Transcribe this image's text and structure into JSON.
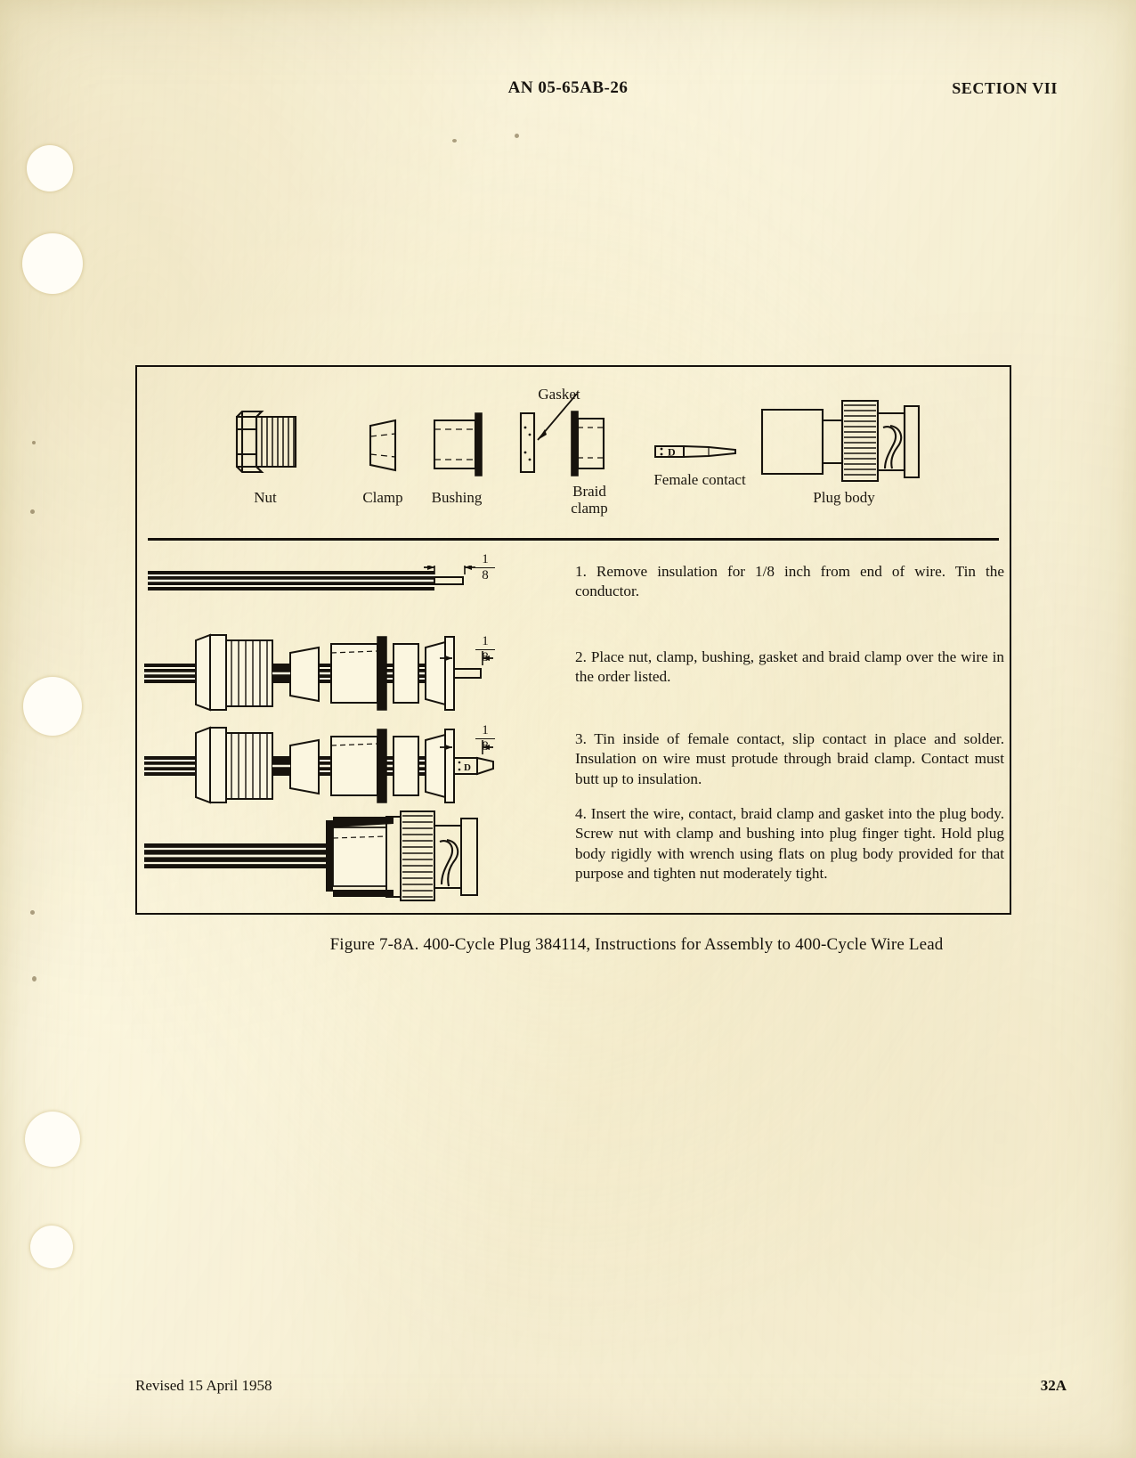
{
  "page": {
    "background_color": "#fbf6e0",
    "ink_color": "#17130d"
  },
  "running_head": {
    "document_number": "AN 05-65AB-26",
    "section": "SECTION VII"
  },
  "figure": {
    "caption": "Figure 7-8A.  400-Cycle Plug 384114,  Instructions for Assembly to 400-Cycle Wire Lead",
    "parts": [
      {
        "label": "Nut",
        "icon": "hex-nut-threaded-icon"
      },
      {
        "label": "Clamp",
        "icon": "tapered-clamp-icon"
      },
      {
        "label": "Bushing",
        "icon": "flanged-bushing-icon"
      },
      {
        "label": "Gasket",
        "icon": "gasket-washer-icon"
      },
      {
        "label": "Braid\nclamp",
        "icon": "braid-clamp-icon"
      },
      {
        "label": "Female contact",
        "icon": "female-contact-icon"
      },
      {
        "label": "Plug body",
        "icon": "plug-body-knurled-icon"
      }
    ],
    "part_labels": {
      "nut": "Nut",
      "clamp": "Clamp",
      "bushing": "Bushing",
      "gasket": "Gasket",
      "braid_clamp_line1": "Braid",
      "braid_clamp_line2": "clamp",
      "female_contact": "Female contact",
      "plug_body": "Plug body"
    },
    "dimension_marker": {
      "numerator": "1",
      "denominator": "8",
      "appears_in_steps": [
        1,
        2,
        3
      ]
    },
    "steps": [
      {
        "number": "1.",
        "text": "1.  Remove insulation for 1/8 inch from end of wire.  Tin the conductor.",
        "diagram": "stripped-wire-diagram"
      },
      {
        "number": "2.",
        "text": "2.  Place nut, clamp, bushing, gasket and braid clamp over the wire in the order listed.",
        "diagram": "wire-with-parts-diagram"
      },
      {
        "number": "3.",
        "text": "3.  Tin inside of female contact, slip contact in place and solder.  Insulation on wire must protude through braid clamp.  Contact must butt up to insulation.",
        "diagram": "wire-with-contact-diagram"
      },
      {
        "number": "4.",
        "text": "4.  Insert the wire, contact, braid clamp and gasket into the plug body.   Screw nut with clamp and bushing into plug finger tight.  Hold plug body rigidly with wrench using flats on plug body provided for that purpose and tighten nut moderately tight.",
        "diagram": "final-assembly-section-diagram"
      }
    ]
  },
  "footer": {
    "revision": "Revised 15 April 1958",
    "page_number": "32A"
  }
}
